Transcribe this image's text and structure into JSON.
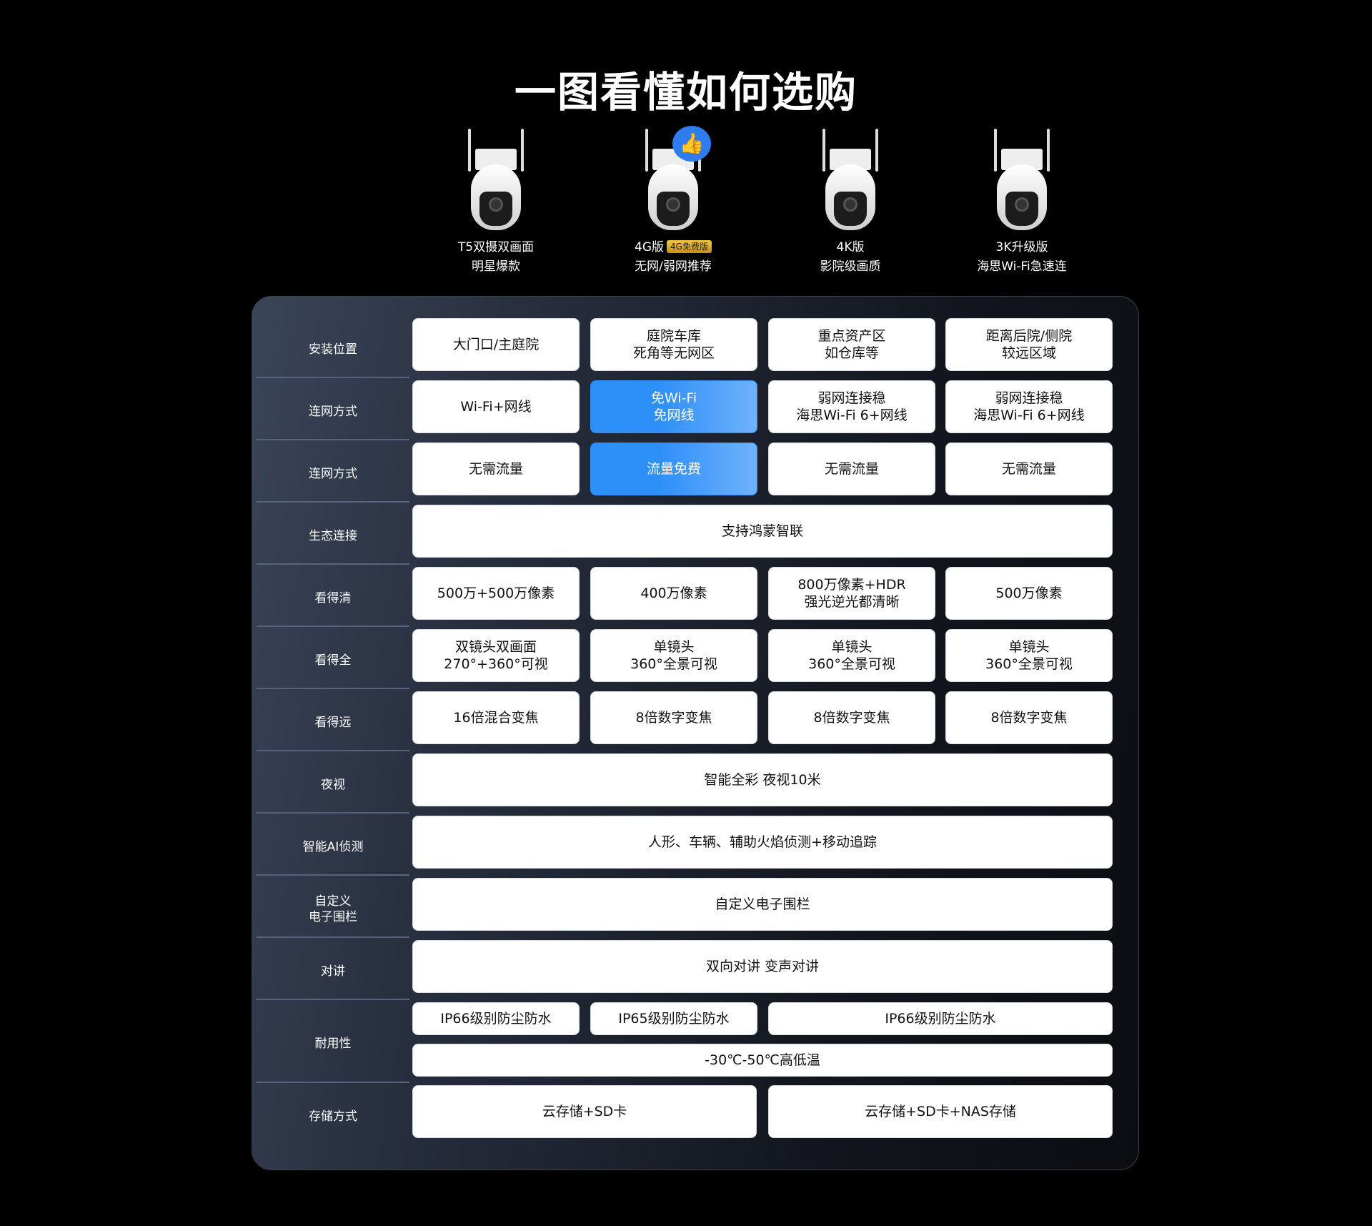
{
  "title": "一图看懂如何选购",
  "products": [
    {
      "line1": "T5双摄双画面",
      "line2": "明星爆款"
    },
    {
      "line1": "4G版",
      "badge": "4G免费版",
      "line2": "无网/弱网推荐",
      "recommended_icon": "thumbs-up-icon"
    },
    {
      "line1": "4K版",
      "line2": "影院级画质"
    },
    {
      "line1": "3K升级版",
      "line2": "海思Wi-Fi急速连"
    }
  ],
  "rows": [
    {
      "label": "安装位置",
      "cells": [
        "大门口/主庭院",
        "庭院车库\n死角等无网区",
        "重点资产区\n如仓库等",
        "距离后院/侧院\n较远区域"
      ]
    },
    {
      "label": "连网方式",
      "cells": [
        "Wi-Fi+网线",
        "免Wi-Fi\n免网线",
        "弱网连接稳\n海思Wi-Fi 6+网线",
        "弱网连接稳\n海思Wi-Fi 6+网线"
      ]
    },
    {
      "label": "连网方式",
      "cells": [
        "无需流量",
        "流量免费",
        "无需流量",
        "无需流量"
      ]
    },
    {
      "label": "生态连接",
      "cells": [
        "支持鸿蒙智联"
      ]
    },
    {
      "label": "看得清",
      "cells": [
        "500万+500万像素",
        "400万像素",
        "800万像素+HDR\n强光逆光都清晰",
        "500万像素"
      ]
    },
    {
      "label": "看得全",
      "cells": [
        "双镜头双画面\n270°+360°可视",
        "单镜头\n360°全景可视",
        "单镜头\n360°全景可视",
        "单镜头\n360°全景可视"
      ]
    },
    {
      "label": "看得远",
      "cells": [
        "16倍混合变焦",
        "8倍数字变焦",
        "8倍数字变焦",
        "8倍数字变焦"
      ]
    },
    {
      "label": "夜视",
      "cells": [
        "智能全彩 夜视10米"
      ]
    },
    {
      "label": "智能AI侦测",
      "cells": [
        "人形、车辆、辅助火焰侦测+移动追踪"
      ]
    },
    {
      "label": "自定义\n电子围栏",
      "cells": [
        "自定义电子围栏"
      ]
    },
    {
      "label": "对讲",
      "cells": [
        "双向对讲 变声对讲"
      ]
    },
    {
      "label": "耐用性",
      "cells": [
        "IP66级别防尘防水",
        "IP65级别防尘防水",
        "IP66级别防尘防水",
        "-30℃-50℃高低温"
      ]
    },
    {
      "label": "存储方式",
      "cells": [
        "云存储+SD卡",
        "云存储+SD卡+NAS存储"
      ]
    }
  ]
}
